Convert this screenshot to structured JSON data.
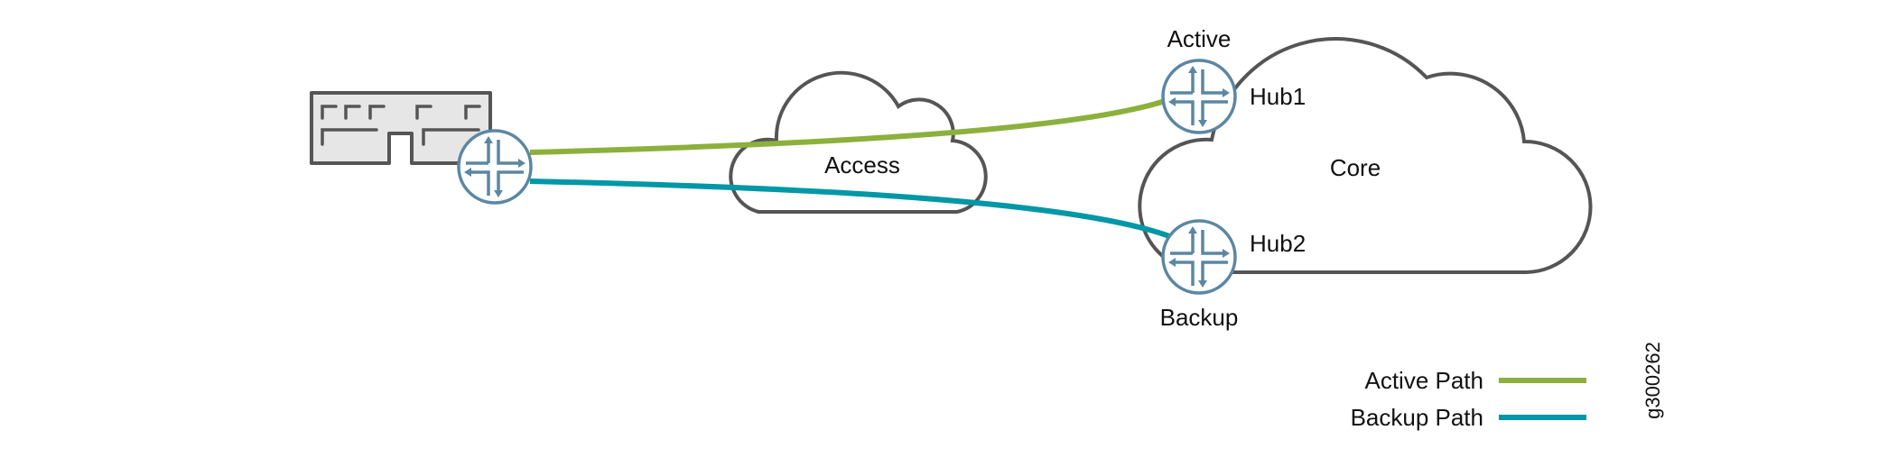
{
  "diagram": {
    "site": {
      "label": ""
    },
    "clouds": {
      "access": {
        "label": "Access"
      },
      "core": {
        "label": "Core"
      }
    },
    "hubs": {
      "hub1": {
        "label": "Hub1",
        "role": "Active"
      },
      "hub2": {
        "label": "Hub2",
        "role": "Backup"
      }
    },
    "paths": {
      "active": {
        "color": "#8cb03c"
      },
      "backup": {
        "color": "#0097a7"
      }
    },
    "legend": {
      "items": [
        {
          "label": "Active Path",
          "color": "#8cb03c"
        },
        {
          "label": "Backup Path",
          "color": "#0097a7"
        }
      ]
    },
    "figure_id": "g300262",
    "colors": {
      "cloud_stroke": "#555555",
      "building_fill": "#e6e6e6",
      "router_stroke": "#5b87a3"
    }
  }
}
